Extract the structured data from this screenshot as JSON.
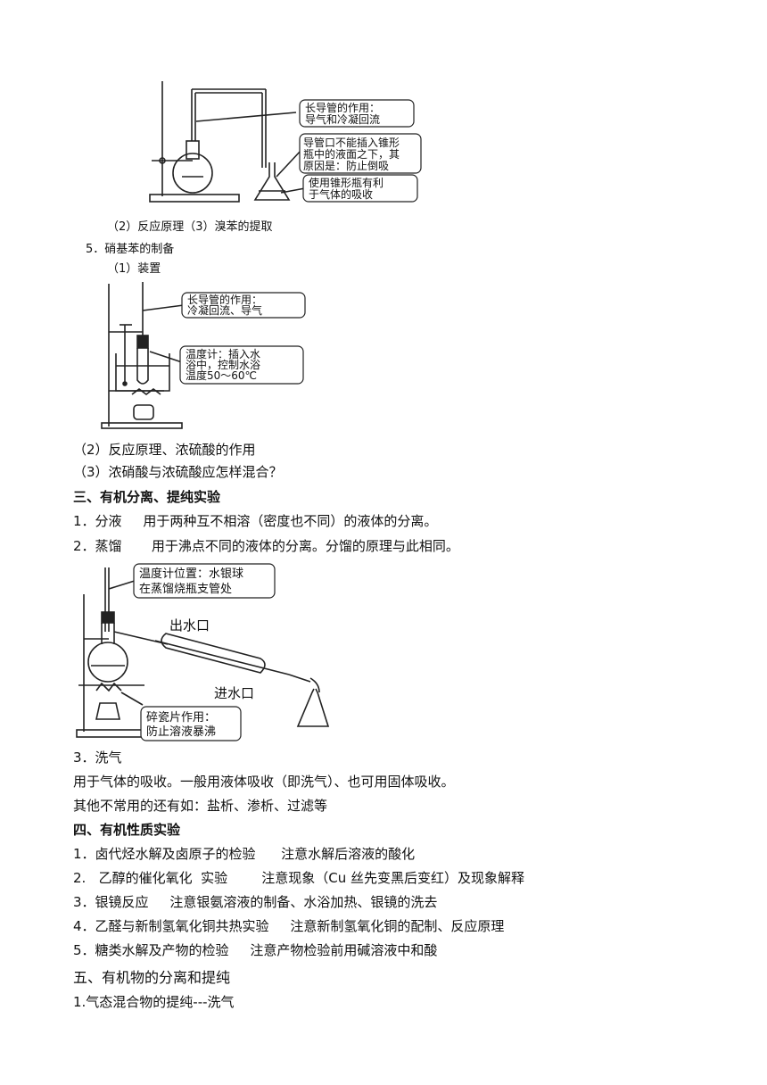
{
  "figure1": {
    "label_long_tube": "长导管的作用：",
    "label_long_tube_2": "导气和冷凝回流",
    "label_tube_mouth": "导管口不能插入锥形",
    "label_tube_mouth_2": "瓶中的液面之下，其",
    "label_tube_mouth_3": "原因是：防止倒吸",
    "label_flask": "使用锥形瓶有利",
    "label_flask_2": "于气体的吸收"
  },
  "lines": {
    "l1": "（2）反应原理（3）溴苯的提取",
    "l2": "5．硝基苯的制备",
    "l3": "（1）装置"
  },
  "figure2": {
    "label_tube": "长导管的作用：",
    "label_tube_2": "冷凝回流、导气",
    "label_thermo": "温度计：插入水",
    "label_thermo_2": "浴中，控制水浴",
    "label_thermo_3": "温度50～60℃"
  },
  "section3": {
    "l4": "（2）反应原理、浓硫酸的作用",
    "l5": "（3）浓硝酸与浓硫酸应怎样混合？",
    "heading": "三、有机分离、提纯实验",
    "item1": "1．分液     用于两种互不相溶（密度也不同）的液体的分离。",
    "item2": "2．蒸馏       用于沸点不同的液体的分离。分馏的原理与此相同。"
  },
  "figure3": {
    "label_thermo": "温度计位置：水银球",
    "label_thermo_2": "在蒸馏烧瓶支管处",
    "label_out": "出水口",
    "label_in": "进水口",
    "label_chips": "碎瓷片作用：",
    "label_chips_2": "防止溶液暴沸"
  },
  "section3b": {
    "item3": "3．洗气",
    "item3_desc": "用于气体的吸收。一般用液体吸收（即洗气）、也可用固体吸收。",
    "others": "其他不常用的还有如：盐析、渗析、过滤等"
  },
  "section4": {
    "heading": "四、有机性质实验",
    "item1": "1．卤代烃水解及卤原子的检验      注意水解后溶液的酸化",
    "item2": "2.   乙醇的催化氧化  实验        注意现象（Cu 丝先变黑后变红）及现象解释",
    "item3": "3．银镜反应     注意银氨溶液的制备、水浴加热、银镜的洗去",
    "item4": "4．乙醛与新制氢氧化铜共热实验     注意新制氢氧化铜的配制、反应原理",
    "item5": "5．糖类水解及产物的检验     注意产物检验前用碱溶液中和酸"
  },
  "section5": {
    "heading": "五、有机物的分离和提纯",
    "item1": "1.气态混合物的提纯---洗气"
  }
}
